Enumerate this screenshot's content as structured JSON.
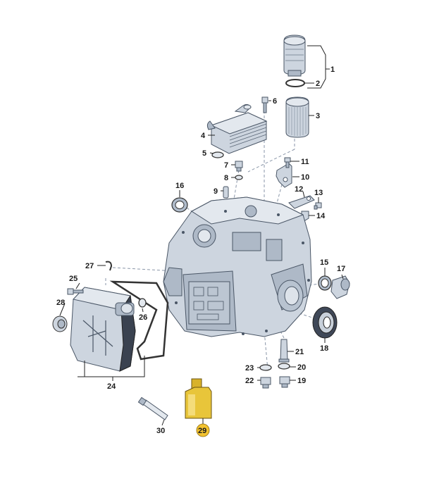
{
  "callouts": [
    {
      "id": "1",
      "label": "1"
    },
    {
      "id": "2",
      "label": "2"
    },
    {
      "id": "3",
      "label": "3"
    },
    {
      "id": "4",
      "label": "4"
    },
    {
      "id": "5",
      "label": "5"
    },
    {
      "id": "6",
      "label": "6"
    },
    {
      "id": "7",
      "label": "7"
    },
    {
      "id": "8",
      "label": "8"
    },
    {
      "id": "9",
      "label": "9"
    },
    {
      "id": "10",
      "label": "10"
    },
    {
      "id": "11",
      "label": "11"
    },
    {
      "id": "12",
      "label": "12"
    },
    {
      "id": "13",
      "label": "13"
    },
    {
      "id": "14",
      "label": "14"
    },
    {
      "id": "15",
      "label": "15"
    },
    {
      "id": "16",
      "label": "16"
    },
    {
      "id": "17",
      "label": "17"
    },
    {
      "id": "18",
      "label": "18"
    },
    {
      "id": "19",
      "label": "19"
    },
    {
      "id": "20",
      "label": "20"
    },
    {
      "id": "21",
      "label": "21"
    },
    {
      "id": "22",
      "label": "22"
    },
    {
      "id": "23",
      "label": "23"
    },
    {
      "id": "24",
      "label": "24"
    },
    {
      "id": "25",
      "label": "25"
    },
    {
      "id": "26",
      "label": "26"
    },
    {
      "id": "27",
      "label": "27"
    },
    {
      "id": "28",
      "label": "28"
    },
    {
      "id": "29",
      "label": "29"
    },
    {
      "id": "30",
      "label": "30"
    }
  ],
  "highlighted_callout": "29",
  "colors": {
    "highlight": "#f2c230",
    "part_metal": "#cdd5df",
    "part_dark": "#3a4250",
    "oil_bottle": "#e8c53a"
  }
}
